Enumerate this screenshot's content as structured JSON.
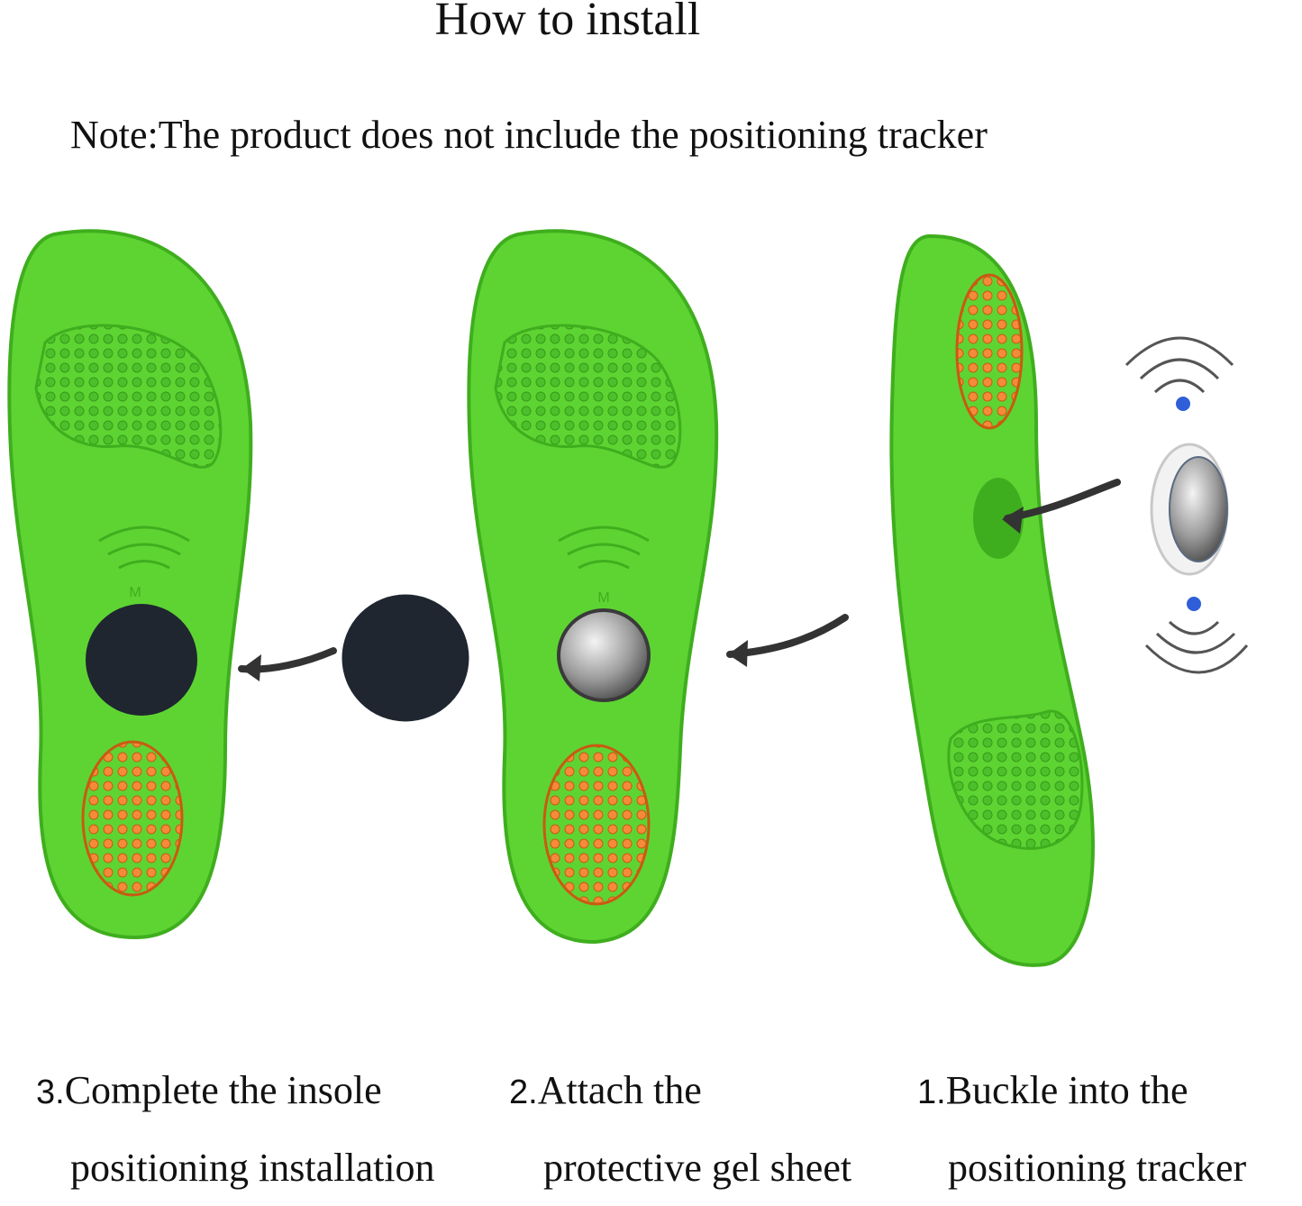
{
  "title": "How to install",
  "note": "Note:The product does not include the positioning tracker",
  "steps": [
    {
      "num": "3.",
      "line1": "Complete the insole",
      "line2": "positioning installation"
    },
    {
      "num": "2.",
      "line1": "Attach the",
      "line2": "protective gel sheet"
    },
    {
      "num": "1.",
      "line1": "Buckle into the",
      "line2": "positioning tracker"
    }
  ],
  "insole_mark": "M",
  "colors": {
    "insole_green": "#5ed433",
    "insole_dark_green": "#3fae1e",
    "heel_orange": "#f0731f",
    "gel_sheet": "#1f2630",
    "arrow": "#333333",
    "signal_blue": "#2f5fd8"
  }
}
